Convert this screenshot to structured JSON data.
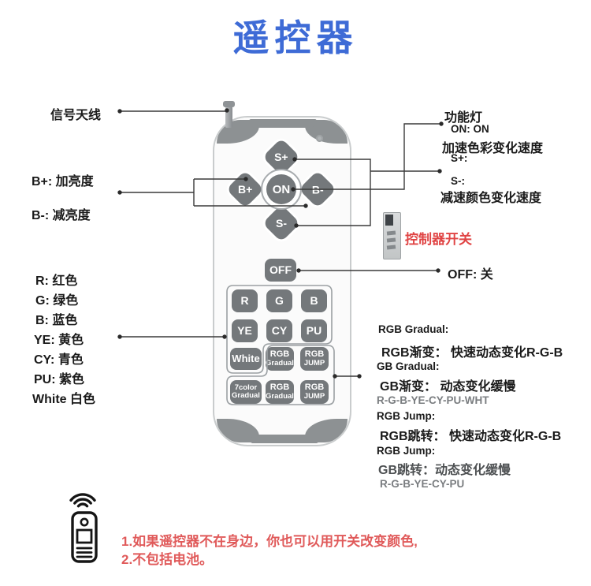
{
  "title": "遥控器",
  "colors": {
    "title_blue": "#3E6BD6",
    "accent_red": "#E04444",
    "note_red": "#E05A5A",
    "button_gray": "#74787B",
    "trim_gray": "#8D9193"
  },
  "left": {
    "antenna_label": "信号天线",
    "brightness_up": "B+: 加亮度",
    "brightness_down": "B-: 减亮度",
    "color_legend": [
      "R: 红色",
      "G: 绿色",
      "B: 蓝色",
      "YE: 黄色",
      "CY: 青色",
      "PU: 紫色",
      "White 白色"
    ]
  },
  "right": {
    "function_light": "功能灯",
    "on_desc": "ON: ON",
    "speed_up_desc": "加速色彩变化速度",
    "s_plus": "S+:",
    "s_minus": "S-:",
    "speed_down_desc": "减速颜色变化速度",
    "controller_switch": "控制器开关",
    "off_desc": "OFF: 关",
    "rgb_modes": [
      "RGB Gradual:",
      "RGB渐变： 快速动态变化R-G-B",
      "GB Gradual:",
      "GB渐变： 动态变化缓慢",
      "R-G-B-YE-CY-PU-WHT",
      "RGB Jump:",
      "RGB跳转： 快速动态变化R-G-B",
      "RGB Jump:",
      "GB跳转：动态变化缓慢",
      "R-G-B-YE-CY-PU"
    ]
  },
  "remote": {
    "dpad": {
      "up": "S+",
      "left": "B+",
      "center": "ON",
      "right": "B-",
      "down": "S-"
    },
    "off": "OFF",
    "color_keys": [
      "R",
      "G",
      "B",
      "YE",
      "CY",
      "PU"
    ],
    "white_key": "White",
    "mode_keys": [
      [
        "RGB",
        "Gradual"
      ],
      [
        "RGB",
        "JUMP"
      ],
      [
        "7color",
        "Gradual"
      ],
      [
        "RGB",
        "Gradual"
      ],
      [
        "RGB",
        "JUMP"
      ]
    ]
  },
  "notes": [
    "1.如果遥控器不在身边，你也可以用开关改变颜色,",
    "2.不包括电池。"
  ]
}
